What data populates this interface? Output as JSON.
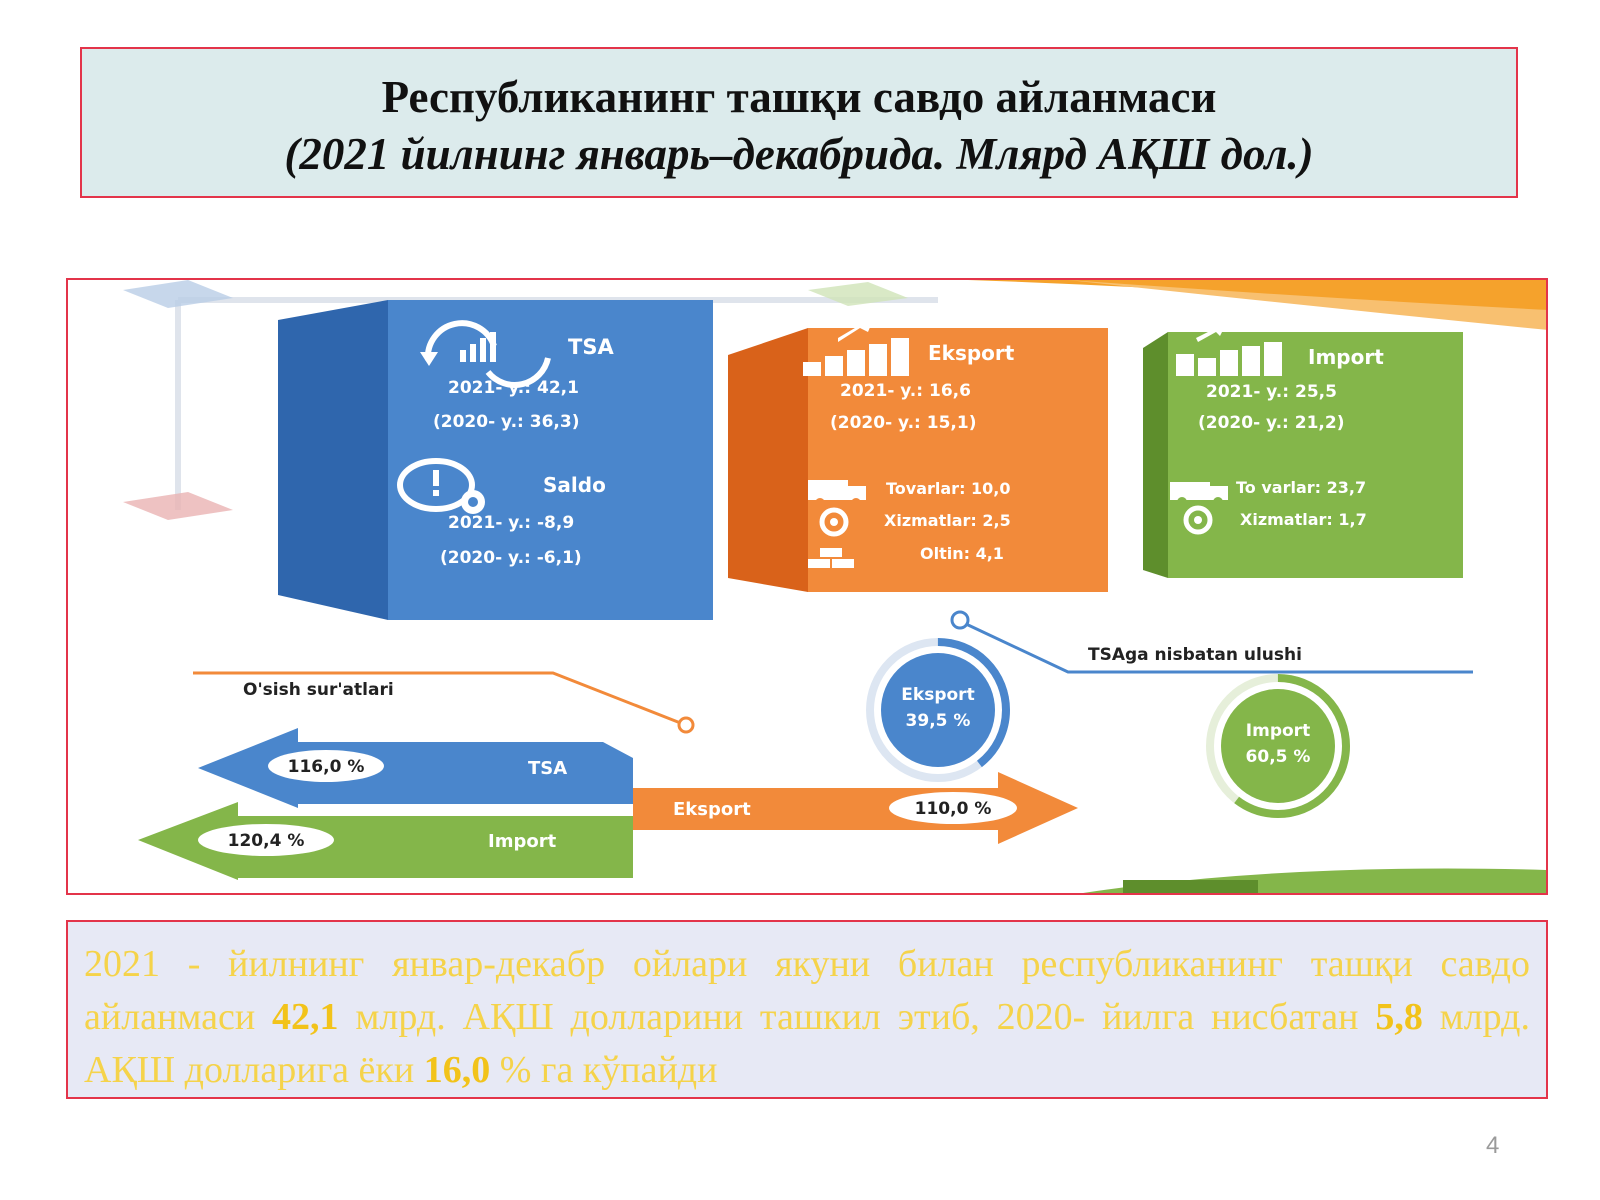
{
  "title": {
    "line1": "Республиканинг ташқи савдо айланмаси",
    "line2": "(2021 йилнинг январь–декабрида. Млярд АҚШ дол.)"
  },
  "infographic": {
    "tsa": {
      "label": "TSA",
      "y2021": "2021- y.: 42,1",
      "y2020": "(2020- y.: 36,3)",
      "saldo_label": "Saldo",
      "saldo2021": "2021- y.: -8,9",
      "saldo2020": "(2020- y.: -6,1)"
    },
    "eksport": {
      "label": "Eksport",
      "y2021": "2021- y.: 16,6",
      "y2020": "(2020- y.: 15,1)",
      "tovarlar": "Tovarlar: 10,0",
      "xizmatlar": "Xizmatlar: 2,5",
      "oltin": "Oltin: 4,1"
    },
    "import": {
      "label": "Import",
      "y2021": "2021- y.: 25,5",
      "y2020": "(2020- y.: 21,2)",
      "tovarlar": "To varlar: 23,7",
      "xizmatlar": "Xizmatlar: 1,7"
    },
    "growth": {
      "heading": "O'sish sur'atlari",
      "tsa_label": "TSA",
      "tsa_value": "116,0 %",
      "import_label": "Import",
      "import_value": "120,4 %",
      "eksport_label": "Eksport",
      "eksport_value": "110,0 %"
    },
    "share": {
      "heading": "TSAga nisbatan ulushi",
      "eksport_label": "Eksport",
      "eksport_value": "39,5 %",
      "import_label": "Import",
      "import_value": "60,5 %"
    },
    "colors": {
      "blue": "#4a86cc",
      "orange": "#f28a3a",
      "green": "#84b64a"
    }
  },
  "summary": {
    "p1": "2021 - йилнинг январ-декабр ойлари якуни билан республиканинг ташқи савдо айланмаси ",
    "v1": "42,1",
    "p2": " млрд. АҚШ долларини ташкил этиб, 2020- йилга нисбатан ",
    "v2": "5,8",
    "p3": " млрд. АҚШ долларига ёки ",
    "v3": "16,0",
    "p4": " % га кўпайди"
  },
  "page_number": "4"
}
